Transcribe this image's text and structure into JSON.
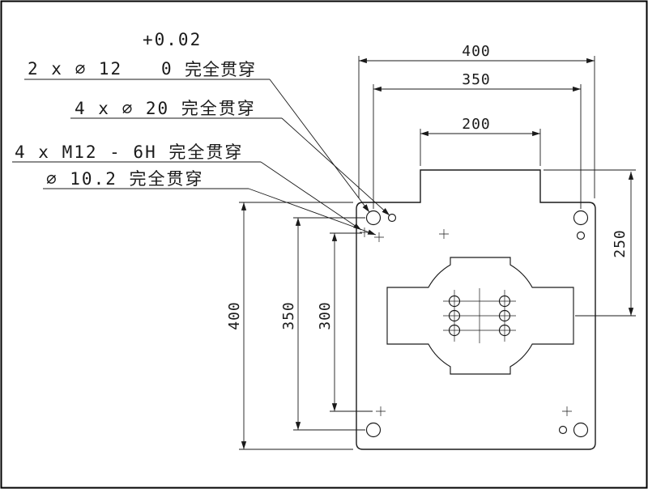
{
  "notes": {
    "n1_tol_upper": "+0.02",
    "n1_main": "2 x ∅ 12",
    "n1_tol_lower": "0",
    "n1_suffix": "完全贯穿",
    "n2": "4 x ∅ 20 完全贯穿",
    "n3": "4 x M12 - 6H 完全贯穿",
    "n4": "∅ 10.2 完全贯穿"
  },
  "dimensions": {
    "top_overall_width": "400",
    "top_hole_spacing": "350",
    "tab_width": "200",
    "right_center_offset": "250",
    "left_overall_height": "400",
    "left_hole_spacing": "350",
    "left_pattern_spacing": "300"
  },
  "colors": {
    "line": "#1a1a1a",
    "background": "#ffffff"
  }
}
